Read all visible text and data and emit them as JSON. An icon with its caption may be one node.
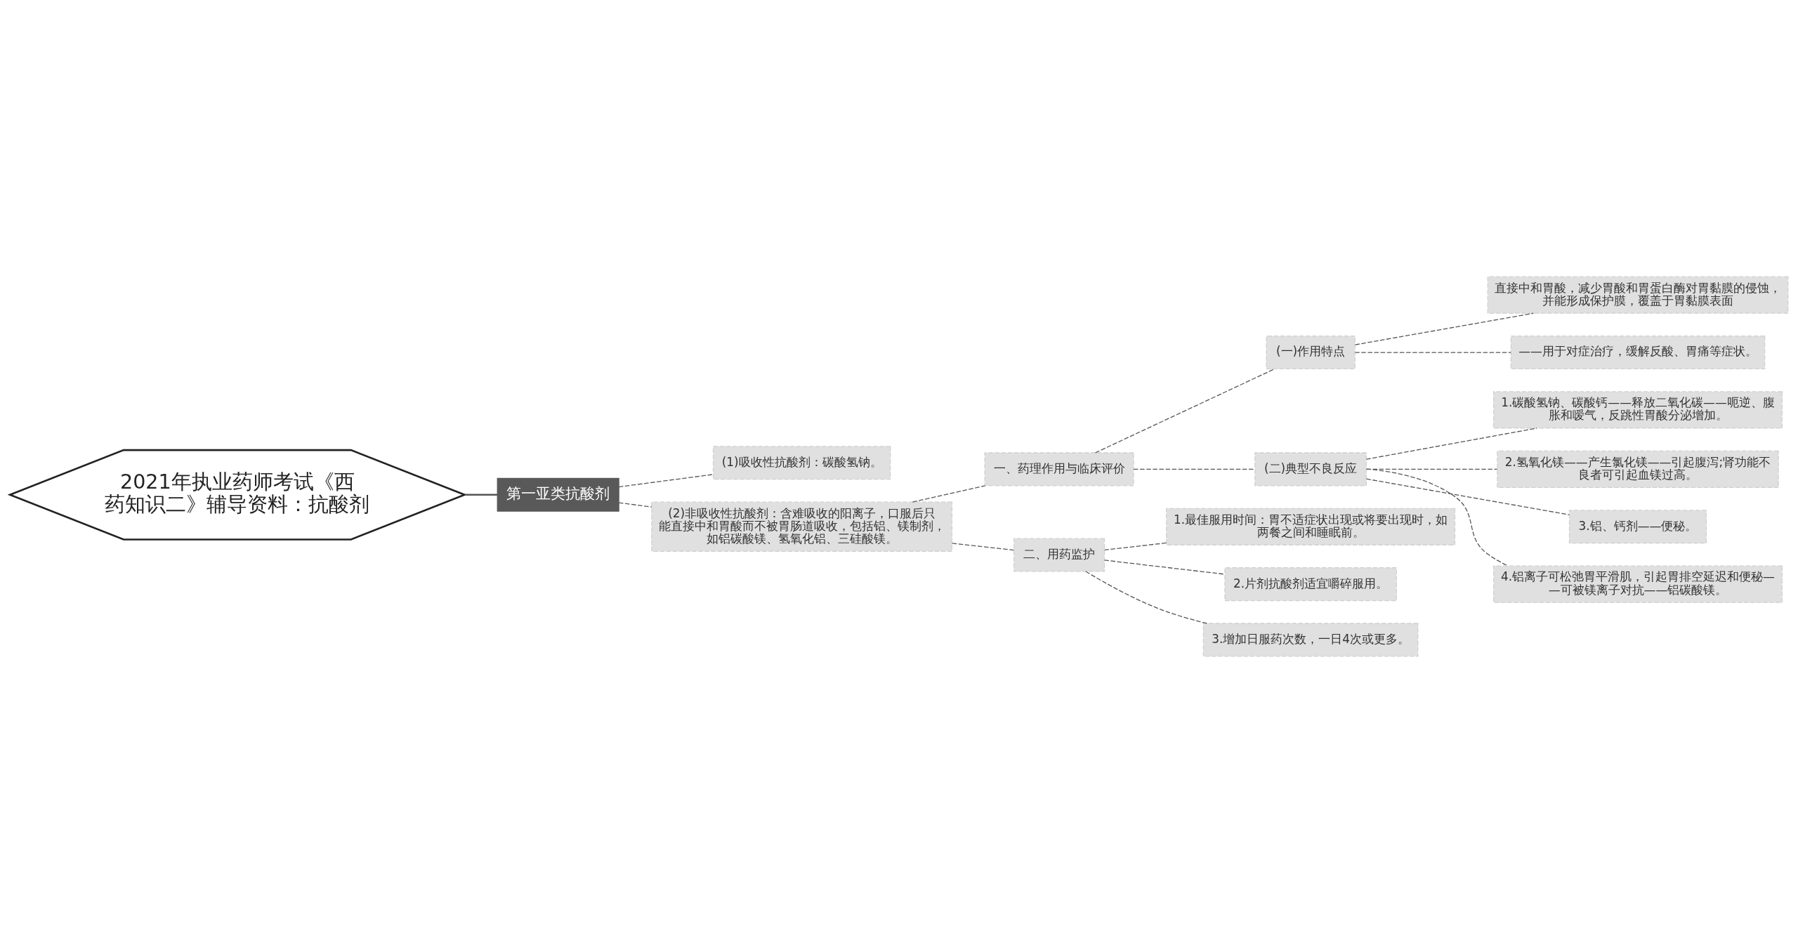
{
  "diagram": {
    "nodes": [
      {
        "text": [
          "2021年执业药师考试《西药知识二》辅导资料：抗酸剂"
        ]
      },
      {
        "text": [
          "第一亚类抗酸剂"
        ]
      },
      {
        "text": [
          "(1)吸收性抗酸剂：碳酸氢钠。"
        ]
      },
      {
        "text": [
          "(2)非吸收性抗酸剂：含难吸收的阳离子，口服后只能直接中和胃酸而不被胃肠道吸收，包括铝、镁制剂，如铝碳酸镁、氢氧化铝、三硅酸镁。"
        ]
      },
      {
        "text": [
          "一、药理作用与临床评价"
        ]
      },
      {
        "text": [
          "(一)作用特点"
        ]
      },
      {
        "text": [
          "直接中和胃酸，减少胃酸和胃蛋白酶对胃黏膜的侵蚀，并能形成保护膜，覆盖于胃黏膜表面"
        ]
      },
      {
        "text": [
          "——用于对症治疗，缓解反酸、胃痛等症状。"
        ]
      },
      {
        "text": [
          "(二)典型不良反应"
        ]
      },
      {
        "text": [
          "1.碳酸氢钠、碳酸钙——释放二氧化碳——呃逆、腹胀和嗳气，反跳性胃酸分泌增加。"
        ]
      },
      {
        "text": [
          "2.氢氧化镁——产生氯化镁——引起腹泻;肾功能不良者可引起血镁过高。"
        ]
      },
      {
        "text": [
          "3.铝、钙剂——便秘。"
        ]
      },
      {
        "text": [
          "4.铝离子可松弛胃平滑肌，引起胃排空延迟和便秘——可被镁离子对抗——铝碳酸镁。"
        ]
      },
      {
        "text": [
          "二、用药监护"
        ]
      },
      {
        "text": [
          "1.最佳服用时间：胃不适症状出现或将要出现时，如两餐之间和睡眠前。"
        ]
      },
      {
        "text": [
          "2.片剂抗酸剂适宜嚼碎服用。"
        ]
      },
      {
        "text": [
          "3.增加日服药次数，一日4次或更多。"
        ]
      }
    ],
    "edges": [
      {
        "from": 0,
        "to": 1,
        "arrow": "none"
      },
      {
        "from": 1,
        "to": 2,
        "arrow": "none",
        "style": "dashed"
      },
      {
        "from": 1,
        "to": 3,
        "arrow": "none",
        "style": "dashed"
      },
      {
        "from": 3,
        "to": 4,
        "arrow": "none",
        "style": "dashed"
      },
      {
        "from": 4,
        "to": 5,
        "arrow": "none",
        "style": "dashed"
      },
      {
        "from": 5,
        "to": 6,
        "arrow": "none",
        "style": "dashed"
      },
      {
        "from": 5,
        "to": 7,
        "arrow": "none",
        "style": "dashed"
      },
      {
        "from": 4,
        "to": 8,
        "arrow": "none",
        "style": "dashed"
      },
      {
        "from": 8,
        "to": 9,
        "arrow": "none",
        "style": "dashed"
      },
      {
        "from": 8,
        "to": 10,
        "arrow": "none",
        "style": "dashed"
      },
      {
        "from": 8,
        "to": 11,
        "arrow": "none",
        "style": "dashed"
      },
      {
        "from": 8,
        "to": 12,
        "arrow": "none",
        "style": "dashed"
      },
      {
        "from": 3,
        "to": 13,
        "arrow": "none",
        "style": "dashed"
      },
      {
        "from": 13,
        "to": 14,
        "arrow": "none",
        "style": "dashed"
      },
      {
        "from": 13,
        "to": 15,
        "arrow": "none",
        "style": "dashed"
      },
      {
        "from": 13,
        "to": 16,
        "arrow": "none",
        "style": "dashed"
      }
    ]
  }
}
